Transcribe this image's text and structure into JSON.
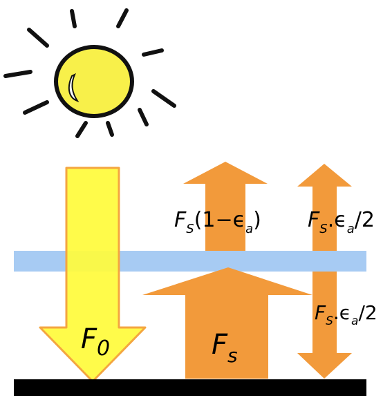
{
  "labels": {
    "f0_main": "F",
    "f0_sub": "0",
    "fs_main": "F",
    "fs_sub": "s",
    "up_left_F": "F",
    "up_left_s": "S",
    "up_left_rest": "(1−ϵ",
    "up_left_a": "a",
    "up_left_close": ")",
    "up_right_F": "F",
    "up_right_s": "S",
    "up_right_dot": ".ϵ",
    "up_right_a": "a",
    "up_right_tail": "/2",
    "down_right_F": "F",
    "down_right_s": "S",
    "down_right_dot": ".ϵ",
    "down_right_a": "a",
    "down_right_tail": "/2"
  },
  "colors": {
    "sun_fill": "#f8f04a",
    "sun_outline": "#111111",
    "incoming_fill": "#fffb3c",
    "incoming_outline": "#f4a640",
    "surface_arrow_fill": "#f29a3b",
    "atmosphere": "#a7cbf3",
    "ground": "#000000"
  },
  "icons": {
    "sun": "sun-icon"
  }
}
